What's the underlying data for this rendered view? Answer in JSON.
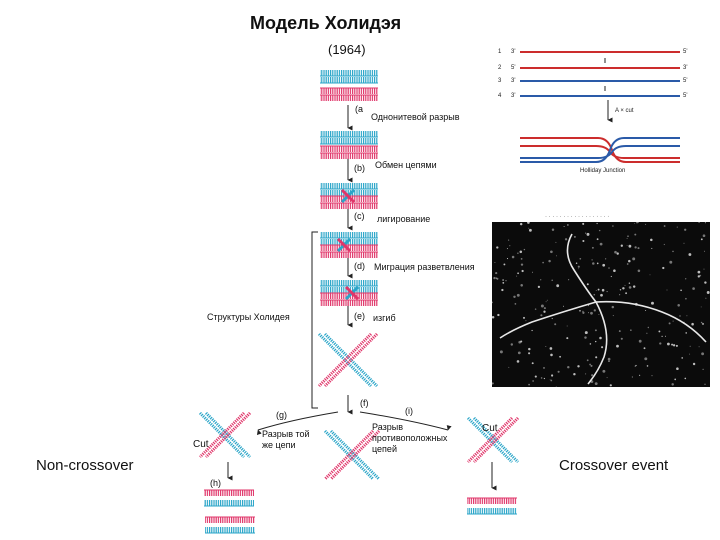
{
  "title": "Модель Холидэя",
  "year": "(1964)",
  "steps": {
    "a": "(a",
    "a_text": "Однонитевой разрыв",
    "b": "(b)",
    "b_text": "Обмен цепями",
    "c": "(c)",
    "c_text": "лигирование",
    "d": "(d)",
    "d_text": "Миграция разветвления",
    "e": "(e)",
    "e_text": "изгиб",
    "f": "(f)",
    "g": "(g)",
    "h": "(h)",
    "i": "(i)"
  },
  "holliday_structures": "Структуры Холидея",
  "cut_left": "Cut",
  "cut_right": "Cut",
  "same_strand_cut": [
    "Разрыв той",
    "же цепи"
  ],
  "opposite_strand_cut": [
    "Разрыв",
    "противоположных",
    "цепей"
  ],
  "outcomes": {
    "left": "Non-crossover",
    "right": "Crossover event"
  },
  "schematic": {
    "rows": [
      "1",
      "2",
      "3",
      "4"
    ],
    "primes_left": [
      "3'",
      "5'",
      "3'",
      "3'"
    ],
    "primes_right": [
      "5'",
      "3'",
      "5'",
      "5'"
    ],
    "label_top": "A  ×  cut",
    "label_bottom": "Holliday   Junction"
  },
  "colors": {
    "red": "#e0366a",
    "blue": "#2aa5c8",
    "dark_red": "#cc2d2d",
    "dark_blue": "#2a5aa8"
  }
}
